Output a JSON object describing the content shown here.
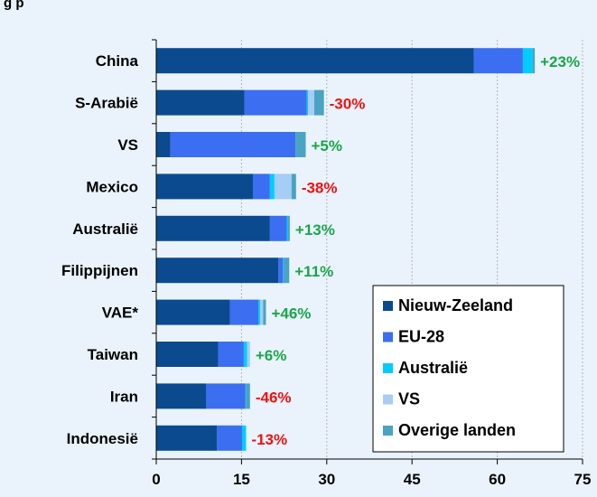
{
  "header": {
    "title_fragment": "g p"
  },
  "chart_data": {
    "type": "bar",
    "orientation": "horizontal",
    "stacked": true,
    "categories": [
      "China",
      "S-Arabië",
      "VS",
      "Mexico",
      "Australië",
      "Filippijnen",
      "VAE*",
      "Taiwan",
      "Iran",
      "Indonesië"
    ],
    "series": [
      {
        "name": "Nieuw-Zeeland",
        "color": "#0b4a8f",
        "values": [
          55.9,
          15.5,
          2.5,
          17.0,
          20.0,
          21.5,
          13.0,
          10.9,
          8.8,
          10.7
        ]
      },
      {
        "name": "EU-28",
        "color": "#3b6ef0",
        "values": [
          8.6,
          11.0,
          22.0,
          3.0,
          3.0,
          0.8,
          5.0,
          4.5,
          6.9,
          4.4
        ]
      },
      {
        "name": "Australië",
        "color": "#00ccff",
        "values": [
          1.7,
          0.2,
          0.0,
          0.8,
          0.2,
          0.1,
          0.3,
          0.6,
          0.1,
          0.7
        ]
      },
      {
        "name": "VS",
        "color": "#a6cdf5",
        "values": [
          0.0,
          1.1,
          0.0,
          3.0,
          0.0,
          0.0,
          0.5,
          0.5,
          0.0,
          0.0
        ]
      },
      {
        "name": "Overige landen",
        "color": "#4aa3c3",
        "values": [
          0.4,
          1.7,
          1.8,
          0.8,
          0.3,
          1.0,
          0.5,
          0.0,
          0.7,
          0.0
        ]
      }
    ],
    "changes": [
      "+23%",
      "-30%",
      "+5%",
      "-38%",
      "+13%",
      "+11%",
      "+46%",
      "+6%",
      "-46%",
      "-13%"
    ],
    "xlim": [
      0,
      75
    ],
    "xticks": [
      "0",
      "15",
      "30",
      "45",
      "60",
      "75"
    ],
    "grid": true,
    "legend_position": "bottom-right",
    "positive_color": "#1aa64a",
    "negative_color": "#ee1111"
  }
}
